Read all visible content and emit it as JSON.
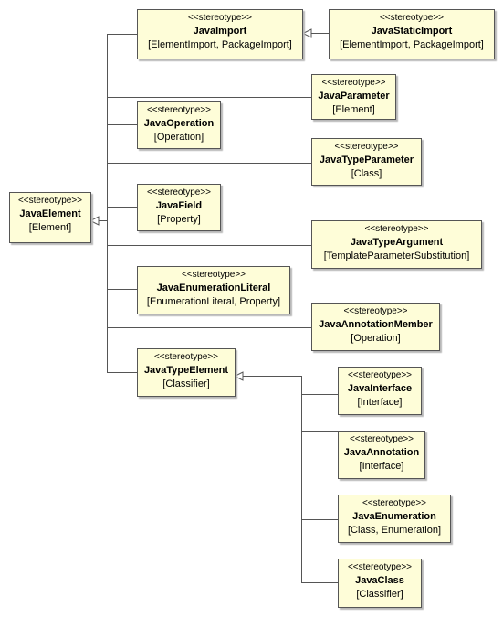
{
  "diagram": {
    "boxes": {
      "java_element": {
        "stereotype": "<<stereotype>>",
        "name": "JavaElement",
        "meta": "[Element]"
      },
      "java_import": {
        "stereotype": "<<stereotype>>",
        "name": "JavaImport",
        "meta": "[ElementImport, PackageImport]"
      },
      "java_static_import": {
        "stereotype": "<<stereotype>>",
        "name": "JavaStaticImport",
        "meta": "[ElementImport, PackageImport]"
      },
      "java_parameter": {
        "stereotype": "<<stereotype>>",
        "name": "JavaParameter",
        "meta": "[Element]"
      },
      "java_operation": {
        "stereotype": "<<stereotype>>",
        "name": "JavaOperation",
        "meta": "[Operation]"
      },
      "java_type_parameter": {
        "stereotype": "<<stereotype>>",
        "name": "JavaTypeParameter",
        "meta": "[Class]"
      },
      "java_field": {
        "stereotype": "<<stereotype>>",
        "name": "JavaField",
        "meta": "[Property]"
      },
      "java_type_argument": {
        "stereotype": "<<stereotype>>",
        "name": "JavaTypeArgument",
        "meta": "[TemplateParameterSubstitution]"
      },
      "java_enumeration_literal": {
        "stereotype": "<<stereotype>>",
        "name": "JavaEnumerationLiteral",
        "meta": "[EnumerationLiteral, Property]"
      },
      "java_annotation_member": {
        "stereotype": "<<stereotype>>",
        "name": "JavaAnnotationMember",
        "meta": "[Operation]"
      },
      "java_type_element": {
        "stereotype": "<<stereotype>>",
        "name": "JavaTypeElement",
        "meta": "[Classifier]"
      },
      "java_interface": {
        "stereotype": "<<stereotype>>",
        "name": "JavaInterface",
        "meta": "[Interface]"
      },
      "java_annotation": {
        "stereotype": "<<stereotype>>",
        "name": "JavaAnnotation",
        "meta": "[Interface]"
      },
      "java_enumeration": {
        "stereotype": "<<stereotype>>",
        "name": "JavaEnumeration",
        "meta": "[Class, Enumeration]"
      },
      "java_class": {
        "stereotype": "<<stereotype>>",
        "name": "JavaClass",
        "meta": "[Classifier]"
      }
    },
    "colors": {
      "box_fill": "#fefdd8",
      "box_border": "#555555",
      "line": "#555555",
      "shadow": "#b8b8b8"
    }
  }
}
